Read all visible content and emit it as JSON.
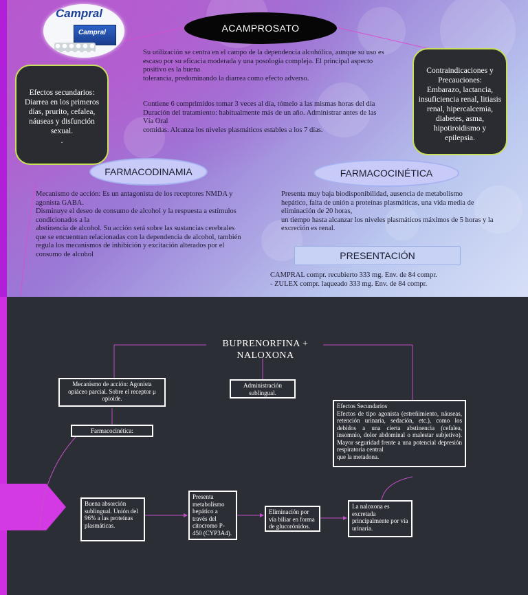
{
  "top": {
    "logo": {
      "brand": "Campral",
      "box_text": "Campral"
    },
    "title": "ACAMPROSATO",
    "intro": {
      "line1": "Su utilización se centra en el campo de la dependencia alcohólica, aunque su uso es",
      "line2": "escaso por su eficacia moderada y una posología compleja. El principal aspecto",
      "line3": "positivo es la buena",
      "line4": "tolerancia, predominando la diarrea como efecto adverso."
    },
    "dosage": {
      "line1": "Contiene 6 comprimidos tomar 3 veces al día, tómelo a las mismas horas del día",
      "line2": "Duración del tratamiento: habitualmente más de un año. Administrar antes de las",
      "line3": "Vía Oral",
      "line4": "comidas. Alcanza los niveles plasmáticos estables a los 7 días."
    },
    "side_effects": {
      "text": "Efectos secundarios: Diarrea en los primeros días, prurito, cefalea, náuseas y disfunción sexual.",
      "trailing": "."
    },
    "contraindications": {
      "title": "Contraindicaciones y Precauciones:",
      "text": "Embarazo, lactancia, insuficiencia renal, litiasis renal, hipercalcemia, diabetes, asma, hipotiroidismo y epilepsia."
    },
    "pharmacodynamics": {
      "label": "FARMACODINAMIA",
      "line1": "Mecanismo de acción: Es un antagonista de los receptores NMDA y",
      "line2": "agonista GABA.",
      "line3": "Disminuye el deseo de consumo de alcohol y la respuesta a estímulos",
      "line4": "condicionados a la",
      "line5": "abstinencia de alcohol. Su acción será sobre las sustancias cerebrales",
      "line6": "que se encuentran relacionadas con la dependencia de alcohol, también",
      "line7": "regula los mecanismos de inhibición y excitación alterados por el",
      "line8": "consumo de alcohol"
    },
    "pharmacokinetics": {
      "label": "FARMACOCINÉTICA",
      "line1": "Presenta muy baja biodisponibilidad, ausencia de metabolismo",
      "line2": "hepático, falta de unión a proteínas plasmáticas, una vida media de",
      "line3": "eliminación de 20 horas,",
      "line4": "un tiempo hasta alcanzar los niveles plasmáticos máximos de 5 horas y la",
      "line5": "excreción es renal."
    },
    "presentation": {
      "label": "PRESENTACIÓN",
      "line1": "CAMPRAL compr. recubierto 333 mg. Env. de 84 compr.",
      "line2": "- ZULEX compr. laqueado 333 mg. Env. de 84 compr."
    }
  },
  "bottom": {
    "title_line1": "BUPRENORFINA +",
    "title_line2": "NALOXONA",
    "mechanism": "Mecanismo de acción: Agonista opiáceo parcial. Sobre el receptor μ opioide.",
    "administration": "Administración sublingual.",
    "pharmacokinetics": "Farmacocinética:",
    "absorption": "Buena absorción sublingual. Unión del 96% a las proteínas plasmáticas.",
    "metabolism": "Presenta metabolismo hepático a través del citocromo P-450 (CYP3A4).",
    "elimination": "Eliminación por vía biliar en forma de glucorónidos.",
    "naloxone": "La naloxona es excretada principalmente por vía urinaria.",
    "side_effects": {
      "title": "Efectos Secundarios",
      "text": "Efectos de tipo agonista (estreñimiento, náuseas, retención urinaria, sedación, etc.), como los debidos a una cierta abstinencia (cefalea, insomnio, dolor abdominal o malestar subjetivo). Mayor seguridad frente a una potencial depresión respiratoria central",
      "last": "que la metadona."
    }
  },
  "colors": {
    "accent_magenta": "#cf2fe0",
    "card_border": "#c8e05a",
    "dark_bg": "#2b2e35"
  }
}
